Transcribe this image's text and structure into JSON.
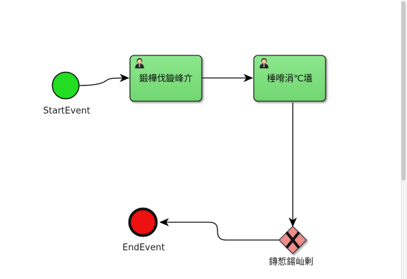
{
  "diagram": {
    "start_event": {
      "label": "StartEvent",
      "color": "#22dd22"
    },
    "end_event": {
      "label": "EndEvent",
      "color": "#ee1111"
    },
    "tasks": [
      {
        "label": "鍛樺伐鏇峰亣",
        "icon": "user-icon",
        "color": "#7de07d"
      },
      {
        "label": "棰嗗涓℃壒",
        "icon": "user-icon",
        "color": "#7de07d"
      }
    ],
    "gateway": {
      "label": "鏄惁鍚屾剰",
      "type": "exclusive",
      "color": "#f08c8c"
    }
  }
}
